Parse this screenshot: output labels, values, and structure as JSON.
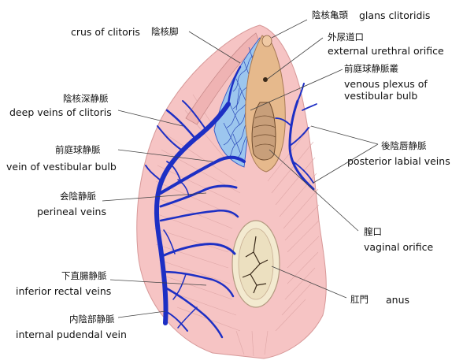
{
  "labels": {
    "crus_of_clitoris": {
      "en": "crus of clitoris",
      "jp": "陰核脚"
    },
    "glans_clitoridis": {
      "en": "glans clitoridis",
      "jp": "陰核亀頭"
    },
    "external_urethral_orifice": {
      "en": "external urethral orifice",
      "jp": "外尿道口"
    },
    "venous_plexus": {
      "en1": "venous plexus of",
      "en2": "vestibular bulb",
      "jp": "前庭球静脈叢"
    },
    "deep_veins_of_clitoris": {
      "en": "deep veins of clitoris",
      "jp": "陰核深静脈"
    },
    "vein_of_vestibular_bulb": {
      "en": "vein of vestibular bulb",
      "jp": "前庭球静脈"
    },
    "posterior_labial_veins": {
      "en": "posterior labial veins",
      "jp": "後陰唇静脈"
    },
    "perineal_veins": {
      "en": "perineal veins",
      "jp": "会陰静脈"
    },
    "vaginal_orifice": {
      "en": "vaginal orifice",
      "jp": "膣口"
    },
    "inferior_rectal_veins": {
      "en": "inferior rectal veins",
      "jp": "下直腸静脈"
    },
    "anus": {
      "en": "anus",
      "jp": "肛門"
    },
    "internal_pudendal_vein": {
      "en": "internal pudendal vein",
      "jp": "内陰部静脈"
    }
  },
  "colors": {
    "skin": "#f6c4c4",
    "muscle_line": "#d9a0a0",
    "vein": "#1d2fc4",
    "plexus": "#7fb2e6",
    "vestibule": "#e6b98c",
    "leader": "#444444"
  }
}
